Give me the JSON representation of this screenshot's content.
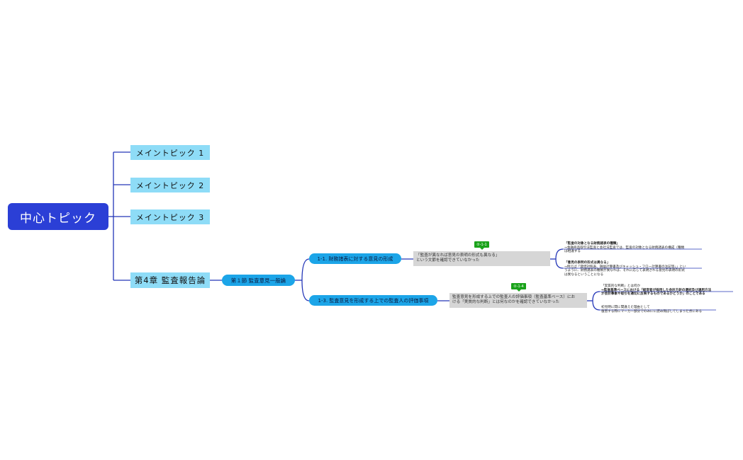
{
  "central": {
    "label": "中心トピック"
  },
  "main_topics": [
    {
      "label": "メイントピック 1"
    },
    {
      "label": "メイントピック 2"
    },
    {
      "label": "メイントピック 3"
    },
    {
      "label": "第4章 監査報告論"
    }
  ],
  "section": {
    "label": "第１節 監査意見一般論"
  },
  "subtopics": [
    {
      "label": "1-1. 財務諸表に対する意見の形成",
      "badge": "②-1-1",
      "note_line1": "「監査が異なれば意見の表明の形式も異なる」",
      "note_line2": "という文節を確認できていなかった",
      "leaves": [
        {
          "head": "「監査の対象となる財務諸表の種類」",
          "line1": "→金融商品取引法監査と会社法監査では、監査の対象となる財務諸表の構成（種類",
          "line2": "は相違する"
        },
        {
          "head": "「意見の表明の形式は異なる」",
          "line1": "→例えば「貸借対照表、損益計算書及びキャッシュ・フロー計算書の注記等」」とい",
          "line2": "うように、財務諸表の種類が異なれば、それに応じて表明される意見の表明の形式",
          "line3": "は異なるということになる"
        }
      ]
    },
    {
      "label": "1-3. 監査意見を形成する上での監査人の評価事項",
      "badge": "②-1-4",
      "note_line1": "監査意見を形成する上での監査人の評価事項（監査基準ベース）にお",
      "note_line2": "ける「実質的な判断」とは何なのかを確認できていなかった",
      "leaves": [
        {
          "line1": "「実質的な判断」とは何か",
          "line2": "→監査基準ベースにおける「経営者が採用した会計方針の選択及び適用方法",
          "line3": "が会計事象や取引を適切に反映するものであるかどうか」のことである"
        },
        {
          "line1": "初見時に間に間違えた理由として",
          "line2": "復習する際にマーカー部分でのみにに読み飛ばしてしまった点にある"
        }
      ]
    }
  ],
  "colors": {
    "central": "#2b3fd6",
    "main_topic": "#8edcf7",
    "pill": "#1ca5e8",
    "connector": "#2436b8",
    "note": "#d6d6d6",
    "badge": "#1aa31a"
  }
}
